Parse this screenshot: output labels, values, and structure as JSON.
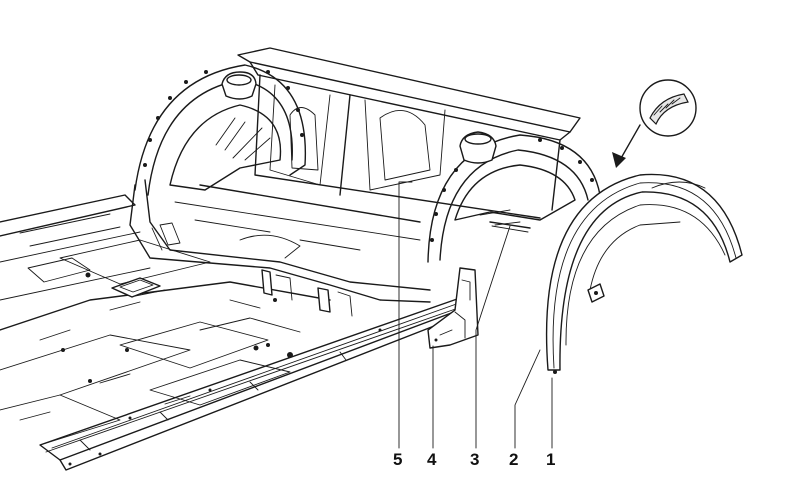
{
  "callouts": [
    {
      "id": "callout-5",
      "number": "5"
    },
    {
      "id": "callout-4",
      "number": "4"
    },
    {
      "id": "callout-3",
      "number": "3"
    },
    {
      "id": "callout-2",
      "number": "2"
    },
    {
      "id": "callout-1",
      "number": "1"
    }
  ],
  "detail_inset": {
    "icon": "rubber-seal-strip-icon"
  },
  "colors": {
    "line": "#1a1a1a",
    "background": "#ffffff"
  }
}
